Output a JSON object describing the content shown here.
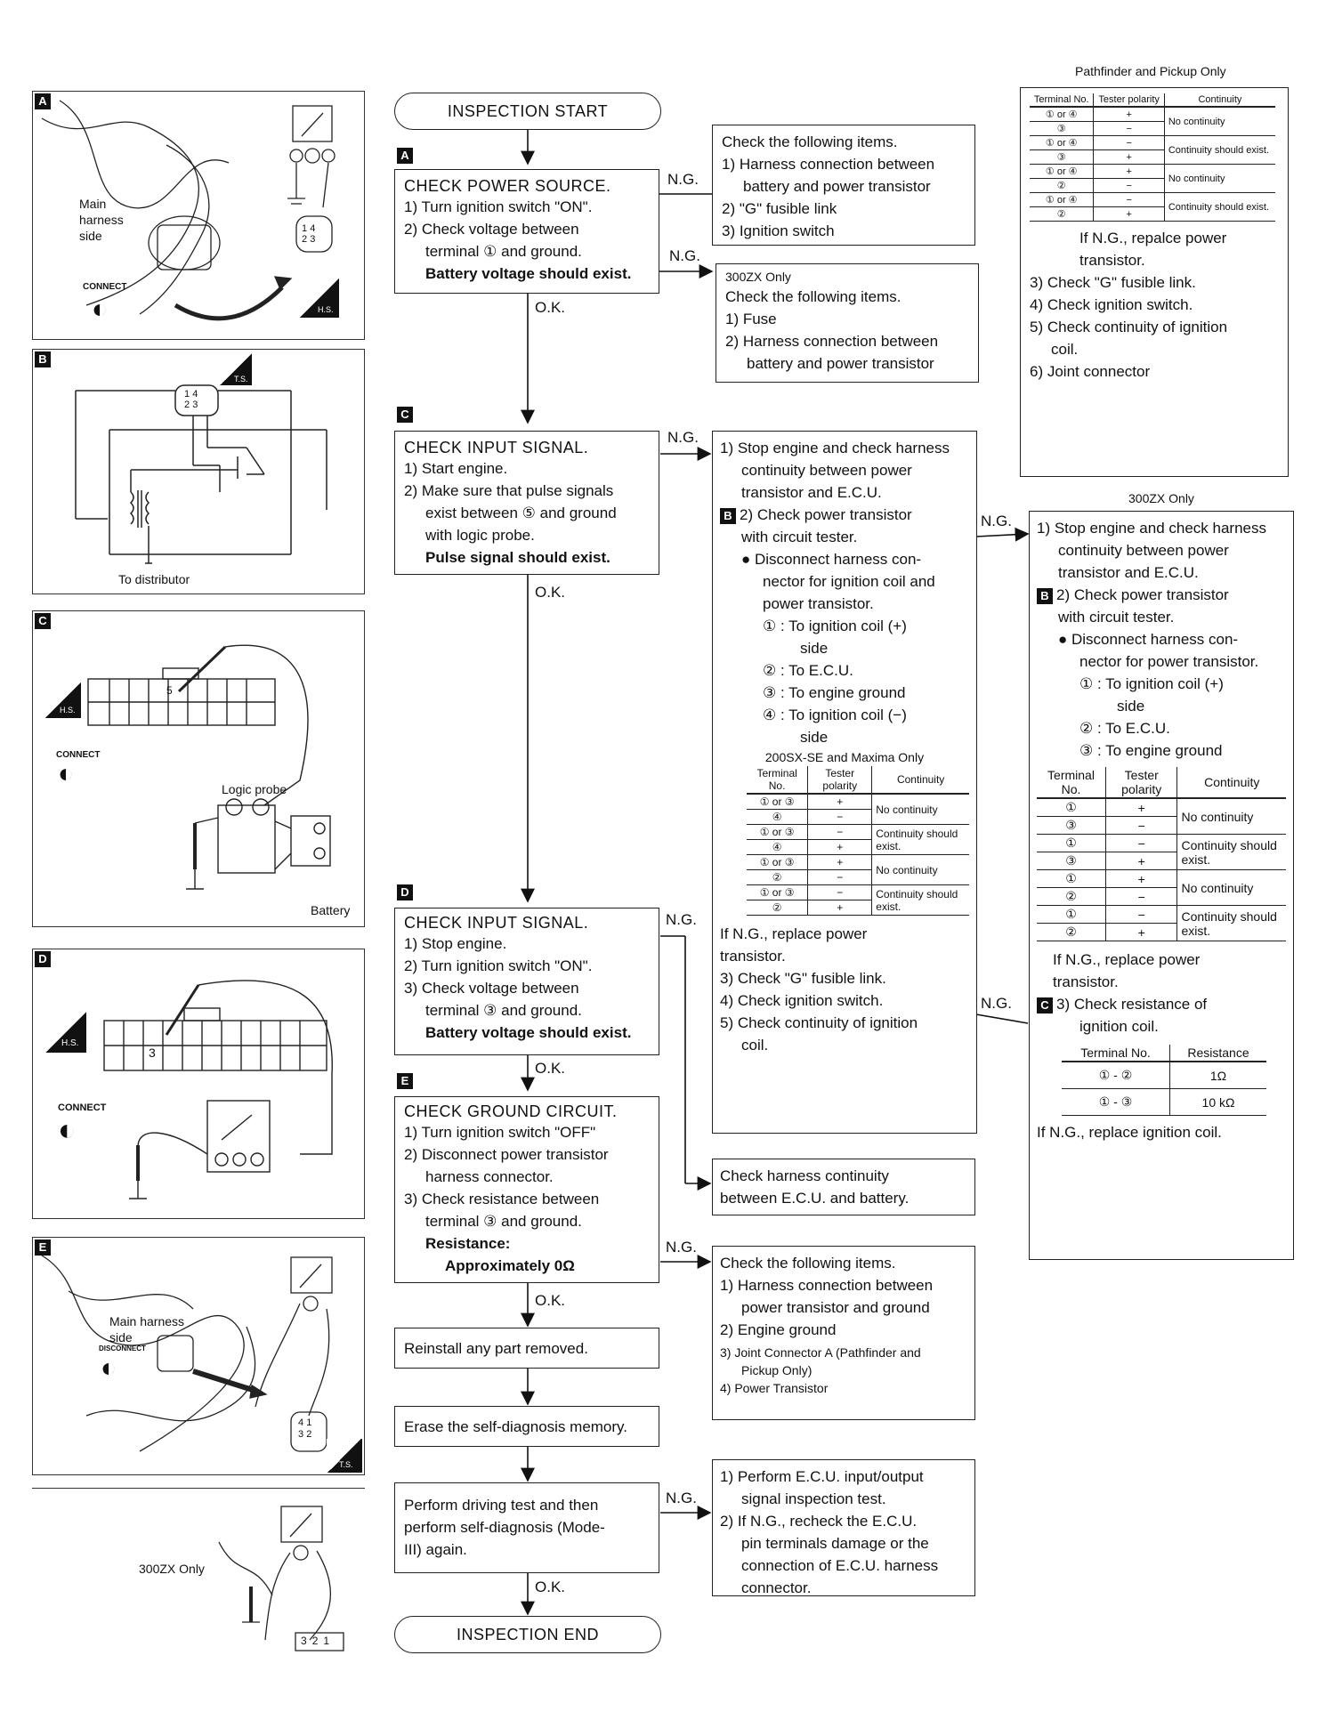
{
  "flow": {
    "start": "INSPECTION START",
    "end": "INSPECTION END",
    "ng": "N.G.",
    "ok": "O.K.",
    "stepA": {
      "tag": "A",
      "title": "CHECK POWER SOURCE.",
      "lines": [
        "1) Turn ignition switch \"ON\".",
        "2) Check voltage between",
        "terminal ① and ground."
      ],
      "spec": "Battery voltage should exist."
    },
    "stepC": {
      "tag": "C",
      "title": "CHECK INPUT SIGNAL.",
      "lines": [
        "1) Start engine.",
        "2) Make sure that pulse signals",
        "exist between ⑤ and ground",
        "with logic probe."
      ],
      "spec": "Pulse signal should exist."
    },
    "stepD": {
      "tag": "D",
      "title": "CHECK INPUT SIGNAL.",
      "lines": [
        "1) Stop engine.",
        "2) Turn ignition switch \"ON\".",
        "3) Check voltage between",
        "terminal ③ and ground."
      ],
      "spec": "Battery voltage should exist."
    },
    "stepE": {
      "tag": "E",
      "title": "CHECK GROUND CIRCUIT.",
      "lines": [
        "1) Turn ignition switch \"OFF\"",
        "2) Disconnect power transistor",
        "harness connector.",
        "3) Check resistance between",
        "terminal ③ and ground."
      ],
      "spec1": "Resistance:",
      "spec2": "Approximately 0Ω"
    },
    "reinstall": "Reinstall any part removed.",
    "erase": "Erase the self-diagnosis memory.",
    "driving": [
      "Perform driving test and then",
      "perform self-diagnosis (Mode-",
      "III) again."
    ]
  },
  "ngBoxes": {
    "a1": [
      "Check the following items.",
      "1) Harness connection between",
      "battery and power transistor",
      "2) \"G\" fusible link",
      "3) Ignition switch"
    ],
    "a2": {
      "note": "300ZX Only",
      "lines": [
        "Check the following items.",
        "1) Fuse",
        "2) Harness connection between",
        "battery and power transistor"
      ]
    },
    "c": {
      "lines": [
        "1) Stop engine and check harness",
        "continuity between power",
        "transistor and E.C.U.",
        "2) Check power transistor",
        "with circuit tester.",
        "● Disconnect harness con-",
        "nector for ignition coil and",
        "power transistor.",
        "① : To ignition coil (+)",
        "side",
        "② : To E.C.U.",
        "③ : To engine ground",
        "④ : To ignition coil (−)",
        "side"
      ],
      "tableTitle": "200SX-SE and Maxima Only",
      "after": [
        "If N.G., replace power",
        "transistor.",
        "3) Check \"G\" fusible link.",
        "4) Check ignition switch.",
        "5) Check continuity of ignition",
        "coil."
      ]
    },
    "d": [
      "Check harness continuity",
      "between E.C.U. and battery."
    ],
    "e": [
      "Check the following items.",
      "1) Harness connection between",
      "power transistor and ground",
      "2) Engine ground"
    ],
    "eSmall": [
      "3) Joint Connector A (Pathfinder and",
      "Pickup Only)",
      "4) Power Transistor"
    ],
    "final": [
      "1) Perform E.C.U. input/output",
      "signal inspection test.",
      "2) If N.G., recheck the E.C.U.",
      "pin terminals damage or the",
      "connection of E.C.U. harness",
      "connector."
    ]
  },
  "pathfinder": {
    "title": "Pathfinder and Pickup Only",
    "headers": [
      "Terminal No.",
      "Tester polarity",
      "Continuity"
    ],
    "rows": [
      [
        "① or ④",
        "+",
        "No continuity"
      ],
      [
        "③",
        "−",
        ""
      ],
      [
        "① or ④",
        "−",
        "Continuity should exist."
      ],
      [
        "③",
        "+",
        ""
      ],
      [
        "① or ④",
        "+",
        "No continuity"
      ],
      [
        "②",
        "−",
        ""
      ],
      [
        "① or ④",
        "−",
        "Continuity should exist."
      ],
      [
        "②",
        "+",
        ""
      ]
    ],
    "after": [
      "If N.G., repalce power",
      "transistor.",
      "3) Check \"G\" fusible link.",
      "4) Check ignition switch.",
      "5) Check continuity of ignition",
      "coil.",
      "6) Joint connector"
    ]
  },
  "table200": {
    "headers": [
      "Terminal No.",
      "Tester polarity",
      "Continuity"
    ],
    "rows": [
      [
        "① or ③",
        "+",
        "No continuity"
      ],
      [
        "④",
        "−",
        ""
      ],
      [
        "① or ③",
        "−",
        "Continuity should exist."
      ],
      [
        "④",
        "+",
        ""
      ],
      [
        "① or ③",
        "+",
        "No continuity"
      ],
      [
        "②",
        "−",
        ""
      ],
      [
        "① or ③",
        "−",
        "Continuity should exist."
      ],
      [
        "②",
        "+",
        ""
      ]
    ]
  },
  "zx": {
    "title": "300ZX Only",
    "lines": [
      "1) Stop engine and check harness",
      "continuity between power",
      "transistor and E.C.U.",
      "2) Check power transistor",
      "with circuit tester.",
      "● Disconnect harness con-",
      "nector for power transistor.",
      "① : To ignition coil (+)",
      "side",
      "② : To E.C.U.",
      "③ : To engine ground"
    ],
    "headers": [
      "Terminal No.",
      "Tester polarity",
      "Continuity"
    ],
    "rows": [
      [
        "①",
        "+",
        "No continuity"
      ],
      [
        "③",
        "−",
        ""
      ],
      [
        "①",
        "−",
        "Continuity should exist."
      ],
      [
        "③",
        "+",
        ""
      ],
      [
        "①",
        "+",
        "No continuity"
      ],
      [
        "②",
        "−",
        ""
      ],
      [
        "①",
        "−",
        "Continuity should exist."
      ],
      [
        "②",
        "+",
        ""
      ]
    ],
    "after": [
      "If N.G., replace power",
      "transistor.",
      "3) Check resistance of",
      "ignition coil."
    ],
    "resHeaders": [
      "Terminal No.",
      "Resistance"
    ],
    "resRows": [
      [
        "① - ②",
        "1Ω"
      ],
      [
        "① - ③",
        "10 kΩ"
      ]
    ],
    "last": "If N.G., replace ignition coil."
  },
  "illus": {
    "a": {
      "tag": "A",
      "main": "Main",
      "harness": "harness",
      "side": "side",
      "connect": "CONNECT",
      "mode": "H.S.",
      "pins": [
        "1",
        "4",
        "2",
        "3"
      ]
    },
    "b": {
      "tag": "B",
      "mode": "T.S.",
      "bottom": "To distributor",
      "pins": [
        "1",
        "4",
        "2",
        "3"
      ]
    },
    "c": {
      "tag": "C",
      "mode": "H.S.",
      "connect": "CONNECT",
      "pin": "5",
      "probe": "Logic probe",
      "battery": "Battery"
    },
    "d": {
      "tag": "D",
      "mode": "H.S.",
      "connect": "CONNECT",
      "pin": "3"
    },
    "e": {
      "tag": "E",
      "main": "Main harness",
      "side": "side",
      "disconnect": "DISCONNECT",
      "mode": "T.S.",
      "pins": [
        "4",
        "1",
        "3",
        "2"
      ]
    },
    "zx": {
      "label": "300ZX Only",
      "pins": [
        "3",
        "2",
        "1"
      ]
    }
  },
  "colors": {
    "ink": "#111111",
    "paper": "#ffffff"
  }
}
